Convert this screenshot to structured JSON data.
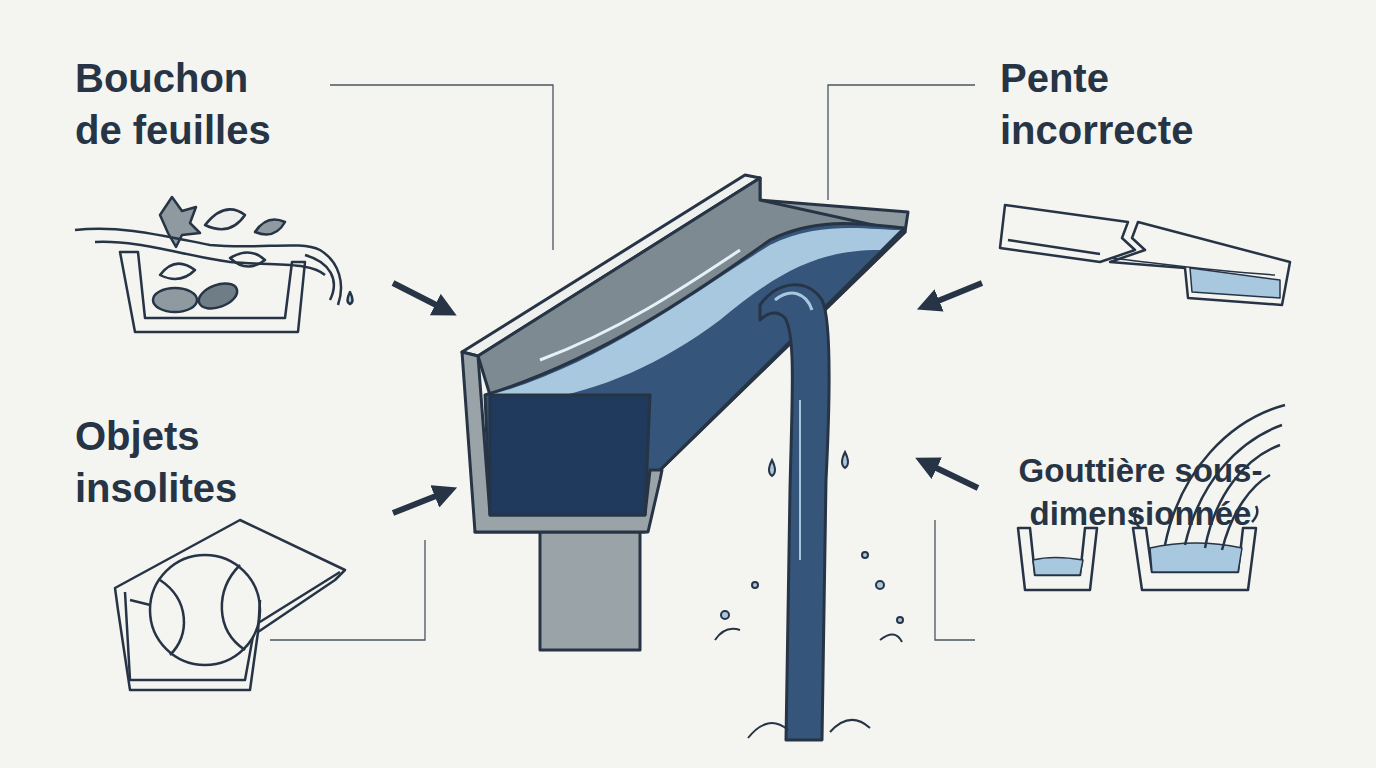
{
  "diagram": {
    "labels": [
      "Bouchon de feuilles",
      "Pente incorrecte",
      "Objets insolites",
      "Gouttière sous-dimensionnée"
    ]
  }
}
